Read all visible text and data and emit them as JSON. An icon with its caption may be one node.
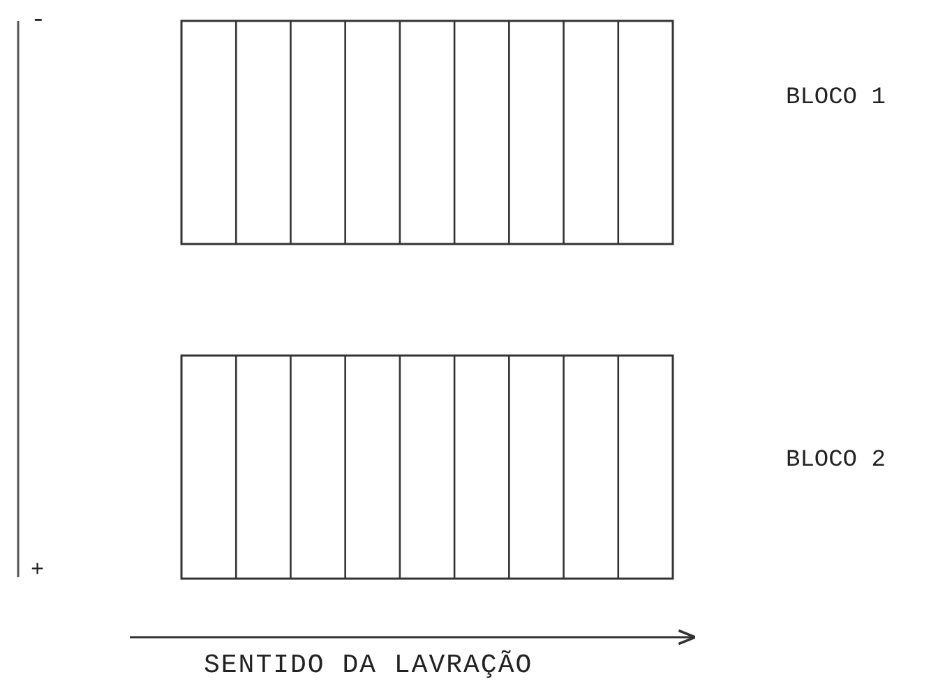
{
  "diagram": {
    "labels": [
      "-",
      "BLOCO 1",
      "BLOCO 2",
      "+",
      "SENTIDO DA LAVRAÇÃO"
    ]
  }
}
